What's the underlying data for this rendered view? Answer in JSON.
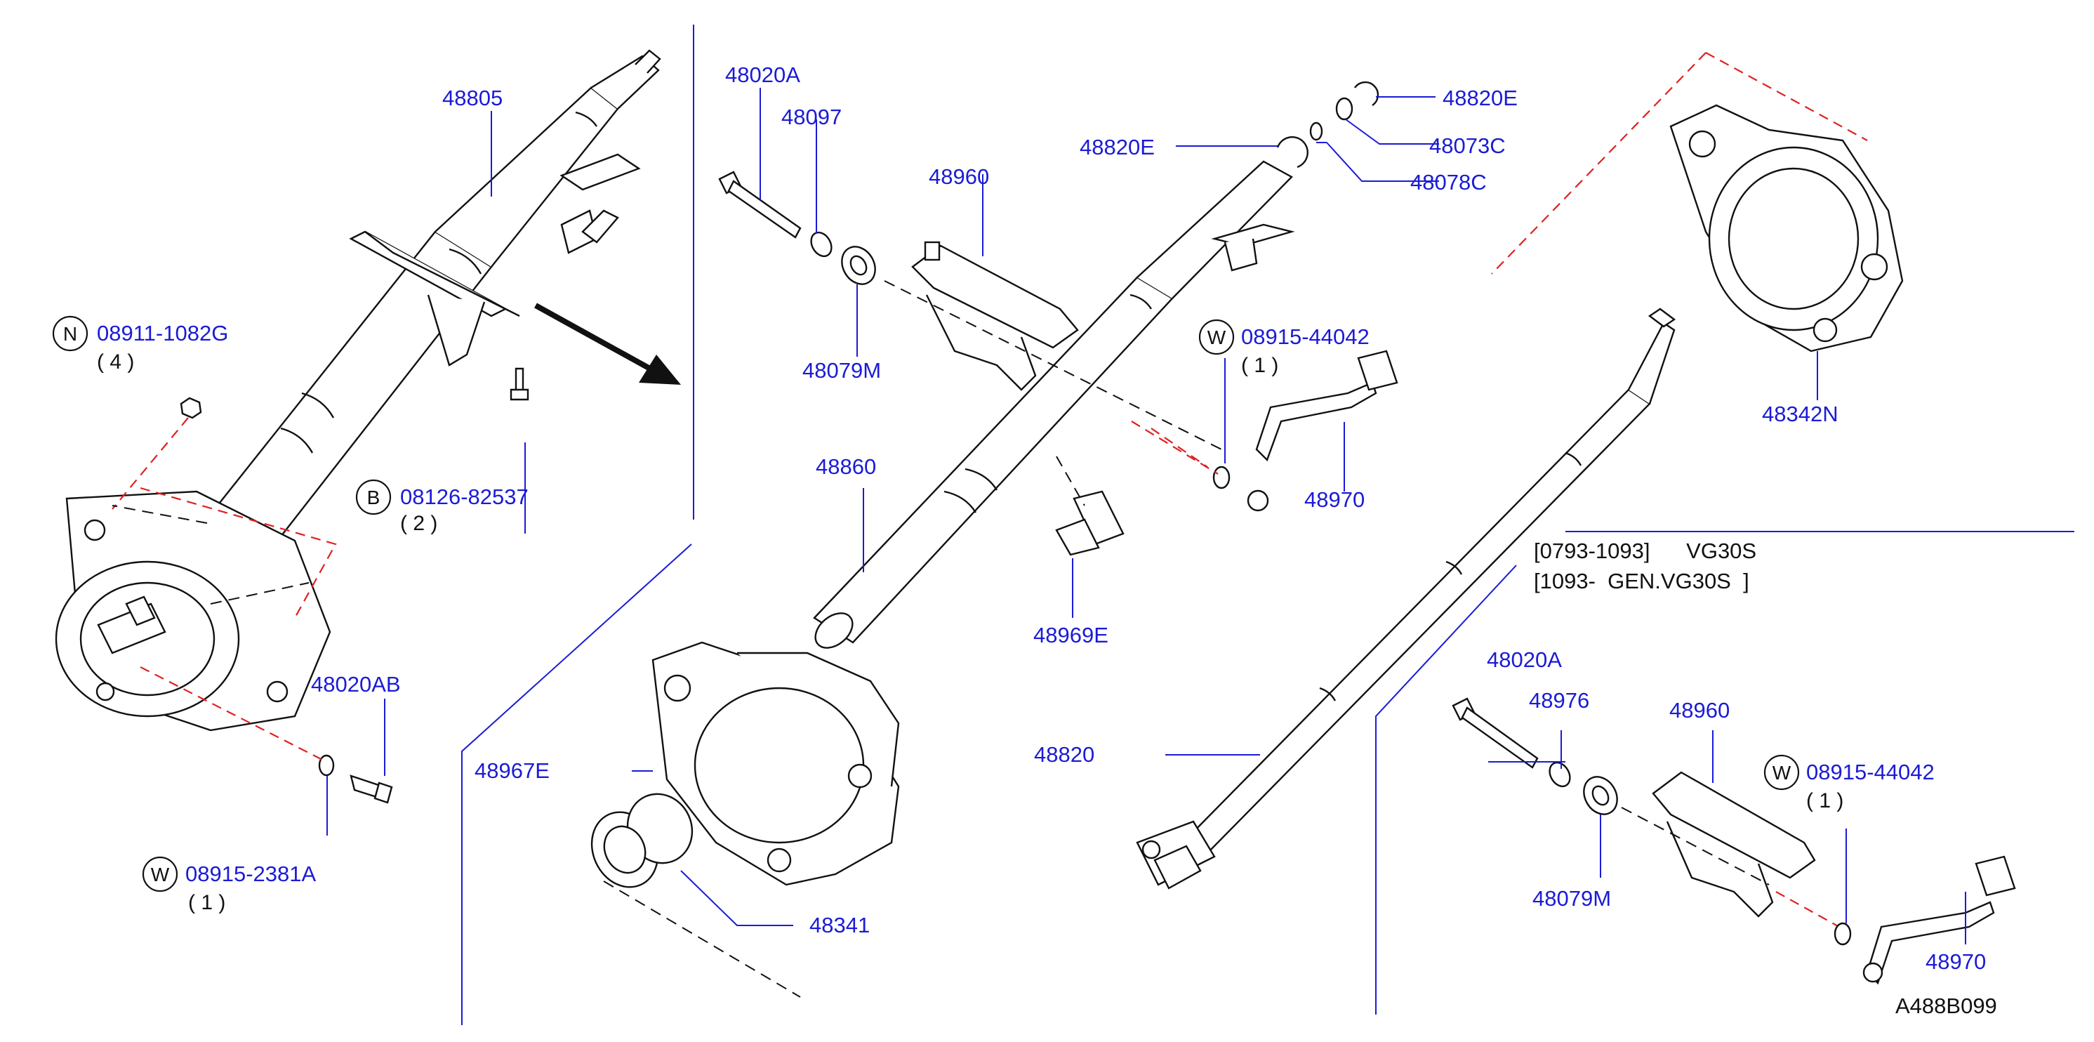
{
  "diagram": {
    "drawing_code": "A488B099",
    "colors": {
      "label": "#1b1bd6",
      "line": "#111111",
      "dash": "#e02020"
    },
    "parts": {
      "p48805": "48805",
      "p08911": "08911-1082G",
      "p08911_qty": "( 4 )",
      "p08126": "08126-82537",
      "p08126_qty": "( 2 )",
      "p48020AB": "48020AB",
      "p08915_2381A": "08915-2381A",
      "p08915_2381A_qty": "( 1 )",
      "p48020A": "48020A",
      "p48097": "48097",
      "p48960": "48960",
      "p48079M": "48079M",
      "p48820E_a": "48820E",
      "p48820E_b": "48820E",
      "p48073C": "48073C",
      "p48078C": "48078C",
      "p08915_44042": "08915-44042",
      "p08915_44042_qty": "( 1 )",
      "p48970": "48970",
      "p48860": "48860",
      "p48969E": "48969E",
      "p48967E": "48967E",
      "p48341": "48341",
      "p48342N": "48342N",
      "p48820": "48820",
      "p48020A_2": "48020A",
      "p48976": "48976",
      "p48960_2": "48960",
      "p08915_44042_2": "08915-44042",
      "p08915_44042_2_qty": "( 1 )",
      "p48079M_2": "48079M",
      "p48970_2": "48970"
    },
    "markers": {
      "n": "N",
      "b": "B",
      "w": "W"
    },
    "notes": {
      "line1": "[0793-1093]      VG30S",
      "line2": "[1093-  GEN.VG30S  ]"
    }
  }
}
